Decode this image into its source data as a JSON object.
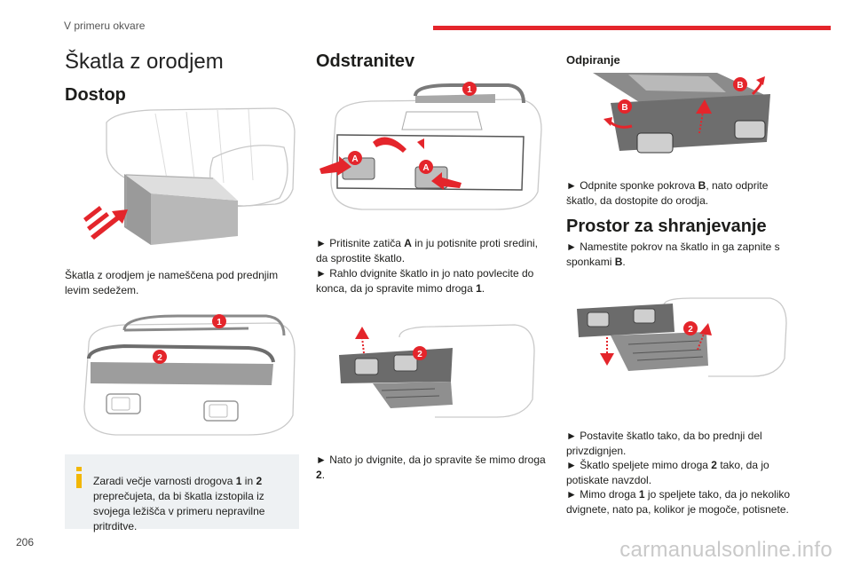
{
  "header": {
    "section": "V primeru okvare"
  },
  "page_number": "206",
  "watermark": "carmanualsonline.info",
  "col1": {
    "title": "Škatla z orodjem",
    "dostop": "Dostop",
    "desc": "Škatla z orodjem je nameščena pod prednjim levim sedežem.",
    "info": {
      "prefix": "Zaradi večje varnosti drogova ",
      "b1": "1",
      "mid": " in ",
      "b2": "2",
      "suffix": " preprečujeta, da bi škatla izstopila iz svojega ležišča v primeru nepravilne pritrditve."
    }
  },
  "col2": {
    "title": "Odstranitev",
    "step1a_pre": "► Pritisnite zatiča ",
    "step1a_b": "A",
    "step1a_post": " in ju potisnite proti sredini, da sprostite škatlo.",
    "step1b_pre": "► Rahlo dvignite škatlo in jo nato povlecite do konca, da jo spravite mimo droga ",
    "step1b_b": "1",
    "step1b_post": ".",
    "step2_pre": "► Nato jo dvignite, da jo spravite še mimo droga ",
    "step2_b": "2",
    "step2_post": "."
  },
  "col3": {
    "odpiranje": "Odpiranje",
    "open_pre": "► Odpnite sponke pokrova ",
    "open_b": "B",
    "open_post": ", nato odprite škatlo, da dostopite do orodja.",
    "storage_title": "Prostor za shranjevanje",
    "st1_pre": "► Namestite pokrov na škatlo in ga zapnite s sponkami ",
    "st1_b": "B",
    "st1_post": ".",
    "st2": "► Postavite škatlo tako, da bo prednji del privzdignjen.",
    "st3_pre": "► Škatlo speljete mimo droga ",
    "st3_b": "2",
    "st3_post": " tako, da jo potiskate navzdol.",
    "st4_pre": "► Mimo droga ",
    "st4_b": "1",
    "st4_post": " jo speljete tako, da jo nekoliko dvignete, nato pa, kolikor je mogoče, potisnete."
  },
  "markers": {
    "one": "1",
    "two": "2",
    "a": "A",
    "b": "B"
  },
  "colors": {
    "accent": "#e4252b",
    "info_bg": "#eef1f3",
    "info_icon": "#f2b705"
  }
}
